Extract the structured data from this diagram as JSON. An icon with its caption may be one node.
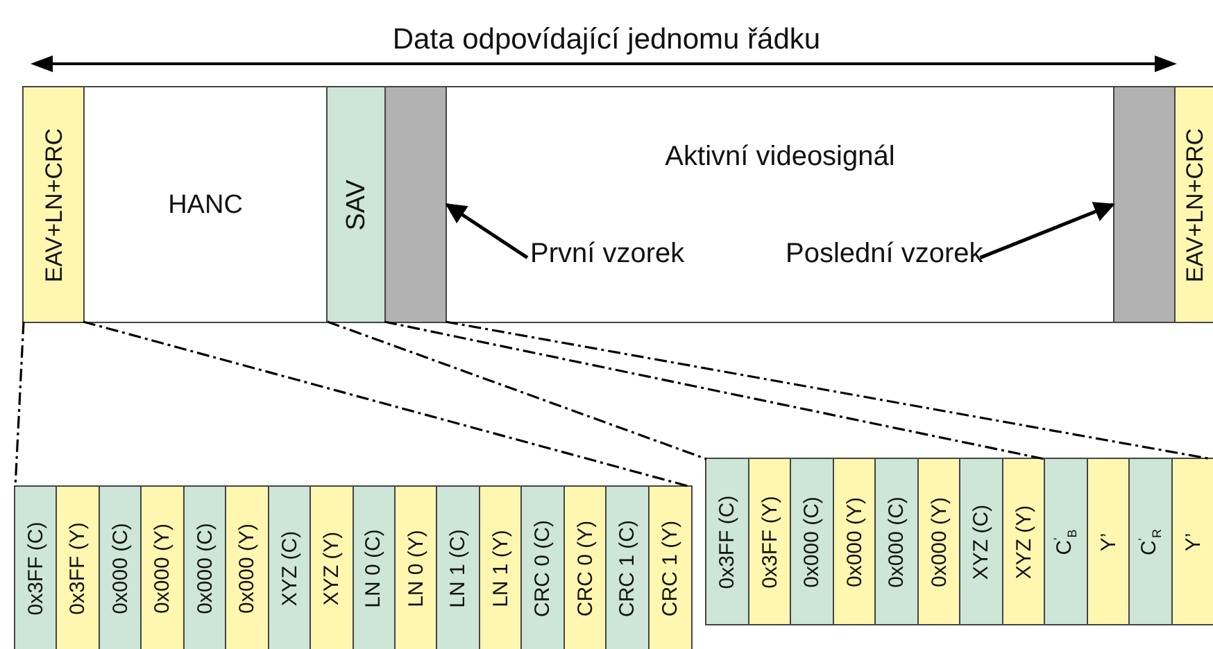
{
  "diagram": {
    "title": "Data odpovídající jednomu řádku",
    "nodes": [
      {
        "text": [
          "EAV+LN+CRC"
        ]
      },
      {
        "text": [
          "HANC"
        ]
      },
      {
        "text": [
          "SAV"
        ]
      },
      {
        "text": [],
        "shape": "box"
      },
      {
        "text": [
          "Aktivní videosignál"
        ]
      },
      {
        "text": [],
        "shape": "box"
      },
      {
        "text": [
          "EAV+LN+CRC"
        ]
      },
      {
        "text": [
          "První vzorek"
        ],
        "in": 4
      },
      {
        "text": [
          "Poslední vzorek"
        ],
        "in": 4
      },
      {
        "text": [
          "0x3FF (C)"
        ]
      },
      {
        "text": [
          "0x3FF (Y)"
        ]
      },
      {
        "text": [
          "0x000 (C)"
        ]
      },
      {
        "text": [
          "0x000 (Y)"
        ]
      },
      {
        "text": [
          "0x000 (C)"
        ]
      },
      {
        "text": [
          "0x000 (Y)"
        ]
      },
      {
        "text": [
          "XYZ (C)"
        ]
      },
      {
        "text": [
          "XYZ (Y)"
        ]
      },
      {
        "text": [
          "LN 0 (C)"
        ]
      },
      {
        "text": [
          "LN 0 (Y)"
        ]
      },
      {
        "text": [
          "LN 1 (C)"
        ]
      },
      {
        "text": [
          "LN 1 (Y)"
        ]
      },
      {
        "text": [
          "CRC 0 (C)"
        ]
      },
      {
        "text": [
          "CRC 0 (Y)"
        ]
      },
      {
        "text": [
          "CRC 1 (C)"
        ]
      },
      {
        "text": [
          "CRC 1 (Y)"
        ]
      },
      {
        "text": [
          "0x3FF (C)"
        ]
      },
      {
        "text": [
          "0x3FF (Y)"
        ]
      },
      {
        "text": [
          "0x000 (C)"
        ]
      },
      {
        "text": [
          "0x000 (Y)"
        ]
      },
      {
        "text": [
          "0x000 (C)"
        ]
      },
      {
        "text": [
          "0x000 (Y)"
        ]
      },
      {
        "text": [
          "XYZ (C)"
        ]
      },
      {
        "text": [
          "XYZ (Y)"
        ]
      },
      {
        "text": [
          "C$^{'}$$_{B}$"
        ]
      },
      {
        "text": [
          "Y’"
        ]
      },
      {
        "text": [
          "C$^{'}$$_{R}$"
        ]
      },
      {
        "text": [
          "Y’"
        ]
      }
    ],
    "edges": [
      {
        "from": 7,
        "to": 3,
        "arrow": "to"
      },
      {
        "from": 8,
        "to": 5,
        "arrow": "to"
      },
      {
        "from": 0,
        "to": 9,
        "arrow": "none",
        "style": "dashed"
      },
      {
        "from": 0,
        "to": 24,
        "arrow": "none",
        "style": "dashed"
      },
      {
        "from": 2,
        "to": 25,
        "arrow": "none",
        "style": "dashed"
      },
      {
        "from": 2,
        "to": 32,
        "arrow": "none",
        "style": "dashed"
      },
      {
        "from": 3,
        "to": 36,
        "arrow": "none",
        "style": "dashed"
      }
    ]
  }
}
